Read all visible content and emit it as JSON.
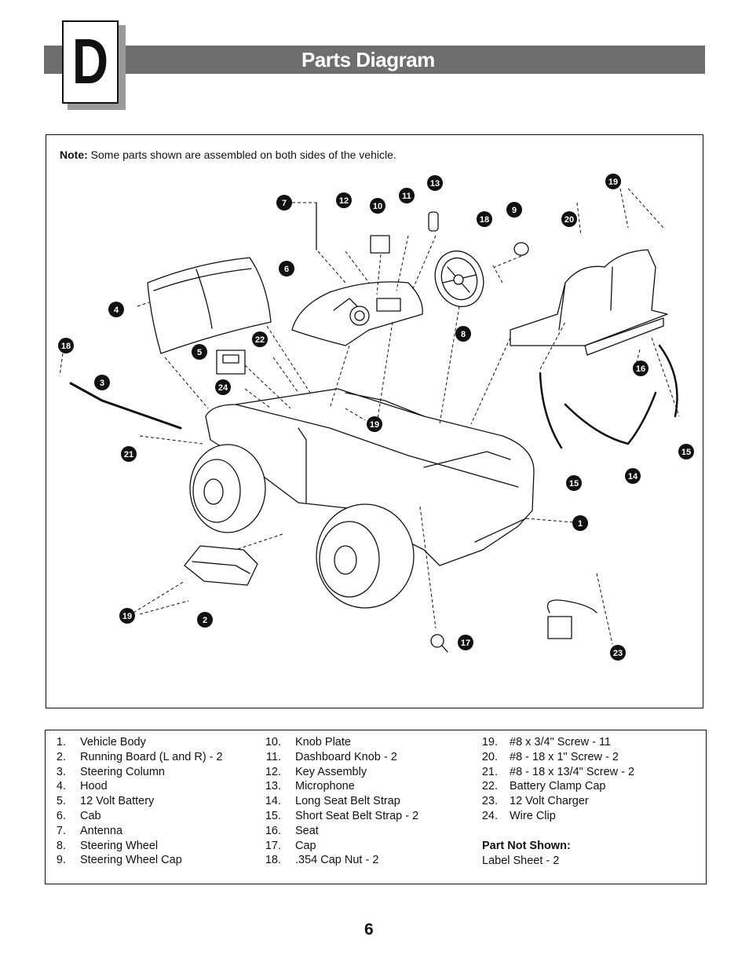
{
  "section": {
    "letter": "D",
    "title": "Parts Diagram"
  },
  "note": {
    "label": "Note:",
    "text": " Some parts shown are assembled on both sides of the vehicle."
  },
  "callouts": [
    "7",
    "12",
    "10",
    "11",
    "13",
    "19",
    "18",
    "9",
    "20",
    "6",
    "4",
    "18",
    "22",
    "5",
    "24",
    "3",
    "21",
    "8",
    "16",
    "19",
    "15",
    "15",
    "14",
    "1",
    "19",
    "2",
    "17",
    "23"
  ],
  "parts_list": {
    "col1": [
      {
        "num": "1.",
        "name": "Vehicle Body"
      },
      {
        "num": "2.",
        "name": "Running Board (L and R) - 2"
      },
      {
        "num": "3.",
        "name": "Steering Column"
      },
      {
        "num": "4.",
        "name": "Hood"
      },
      {
        "num": "5.",
        "name": "12 Volt Battery"
      },
      {
        "num": "6.",
        "name": "Cab"
      },
      {
        "num": "7.",
        "name": "Antenna"
      },
      {
        "num": "8.",
        "name": "Steering Wheel"
      },
      {
        "num": "9.",
        "name": "Steering Wheel Cap"
      }
    ],
    "col2": [
      {
        "num": "10.",
        "name": "Knob Plate"
      },
      {
        "num": "11.",
        "name": "Dashboard Knob - 2"
      },
      {
        "num": "12.",
        "name": "Key Assembly"
      },
      {
        "num": "13.",
        "name": "Microphone"
      },
      {
        "num": "14.",
        "name": "Long Seat Belt Strap"
      },
      {
        "num": "15.",
        "name": "Short Seat Belt Strap - 2"
      },
      {
        "num": "16.",
        "name": "Seat"
      },
      {
        "num": "17.",
        "name": "Cap"
      },
      {
        "num": "18.",
        "name": ".354 Cap Nut - 2"
      }
    ],
    "col3": [
      {
        "num": "19.",
        "name": "#8 x 3/4\" Screw - 11"
      },
      {
        "num": "20.",
        "name": "#8 - 18 x 1\" Screw - 2"
      },
      {
        "num": "21.",
        "name": "#8 - 18 x 13/4\" Screw - 2"
      },
      {
        "num": "22.",
        "name": "Battery Clamp Cap"
      },
      {
        "num": "23.",
        "name": "12 Volt Charger"
      },
      {
        "num": "24.",
        "name": "Wire Clip"
      }
    ],
    "not_shown_heading": "Part Not Shown:",
    "not_shown_item": "Label Sheet - 2"
  },
  "page_number": "6"
}
